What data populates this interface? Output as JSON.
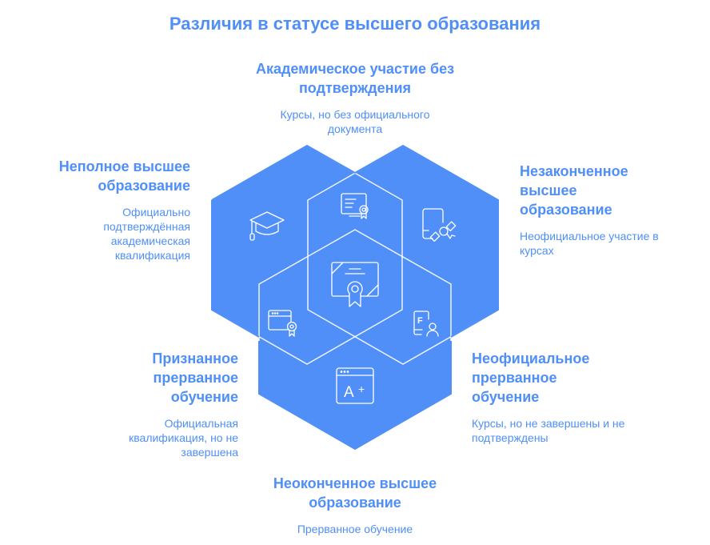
{
  "title": "Различия в статусе высшего образования",
  "colors": {
    "accent": "#4f8ff7",
    "hex_fill": "#4f8ff7",
    "line": "#ffffff",
    "background": "#ffffff"
  },
  "sections": {
    "top": {
      "heading": "Академическое участие без подтверждения",
      "description": "Курсы, но без официального документа",
      "icon": "certificate-monitor-icon"
    },
    "top_left": {
      "heading": "Неполное высшее образование",
      "description": "Официально подтверждённая академическая квалификация",
      "icon": "graduation-cap-icon"
    },
    "top_right": {
      "heading": "Незаконченное высшее образование",
      "description": "Неофициальное участие в курсах",
      "icon": "document-ribbon-icon"
    },
    "bottom_left": {
      "heading": "Признанное прерванное обучение",
      "description": "Официальная квалификация, но не завершена",
      "icon": "browser-badge-icon"
    },
    "bottom_right": {
      "heading": "Неофициальное прерванное обучение",
      "description": "Курсы, но не завершены и не подтверждены",
      "icon": "grade-f-user-icon"
    },
    "bottom": {
      "heading": "Неоконченное высшее образование",
      "description": "Прерванное обучение",
      "icon": "grade-a-plus-icon"
    },
    "center": {
      "icon": "diploma-certificate-icon"
    }
  },
  "icon_labels": {
    "grade_a": "A+",
    "grade_f": "F"
  }
}
